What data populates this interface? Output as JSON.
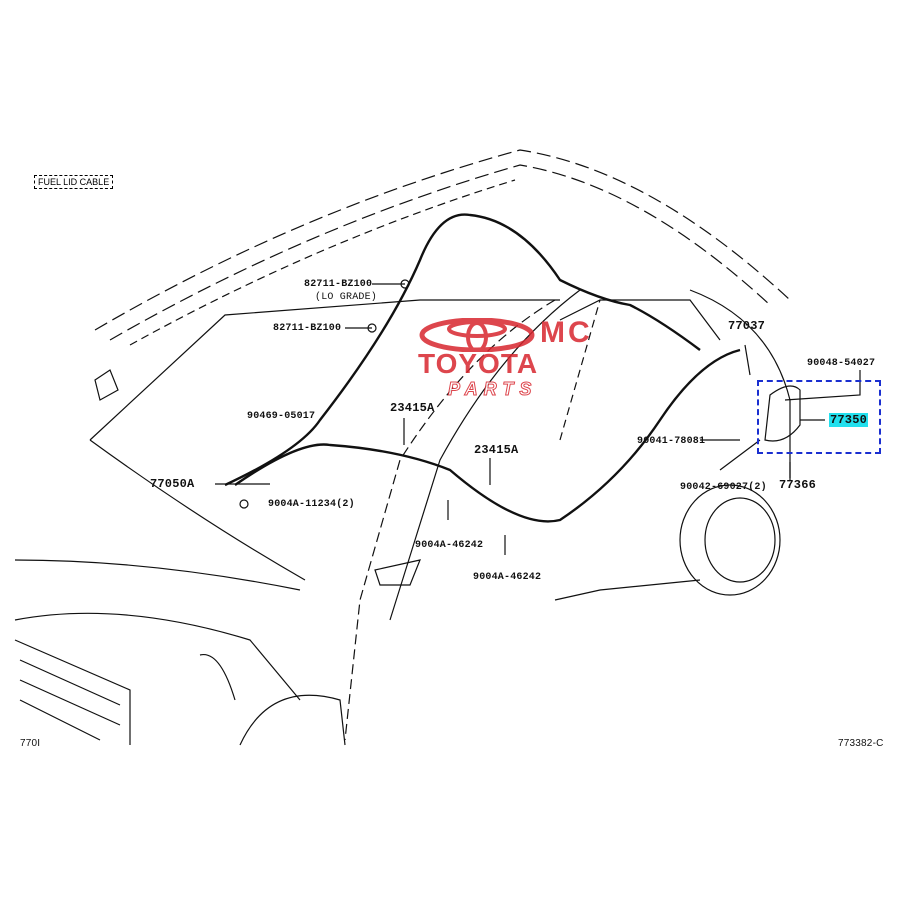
{
  "diagram": {
    "title": "FUEL LID CABLE",
    "figure_code": "773382-C",
    "corner_code": "770I",
    "watermark": {
      "line1": "MC",
      "line2": "TOYOTA",
      "line3": "PARTS",
      "color": "#d8262e"
    },
    "highlight_color": "#22e0ee",
    "selection_color": "#1a2fd0",
    "parts": {
      "p82711_lo": "82711-BZ100",
      "p82711_lo_note": "(LO GRADE)",
      "p82711": "82711-BZ100",
      "p90469": "90469-05017",
      "p23415a_1": "23415A",
      "p23415a_2": "23415A",
      "p77050a": "77050A",
      "p9004a_11234": "9004A-11234(2)",
      "p9004a_46242_1": "9004A-46242",
      "p9004a_46242_2": "9004A-46242",
      "p77037": "77037",
      "p90048": "90048-54027",
      "p77350": "77350",
      "p90041": "90041-78081",
      "p90042": "90042-69027(2)",
      "p77366": "77366"
    }
  }
}
